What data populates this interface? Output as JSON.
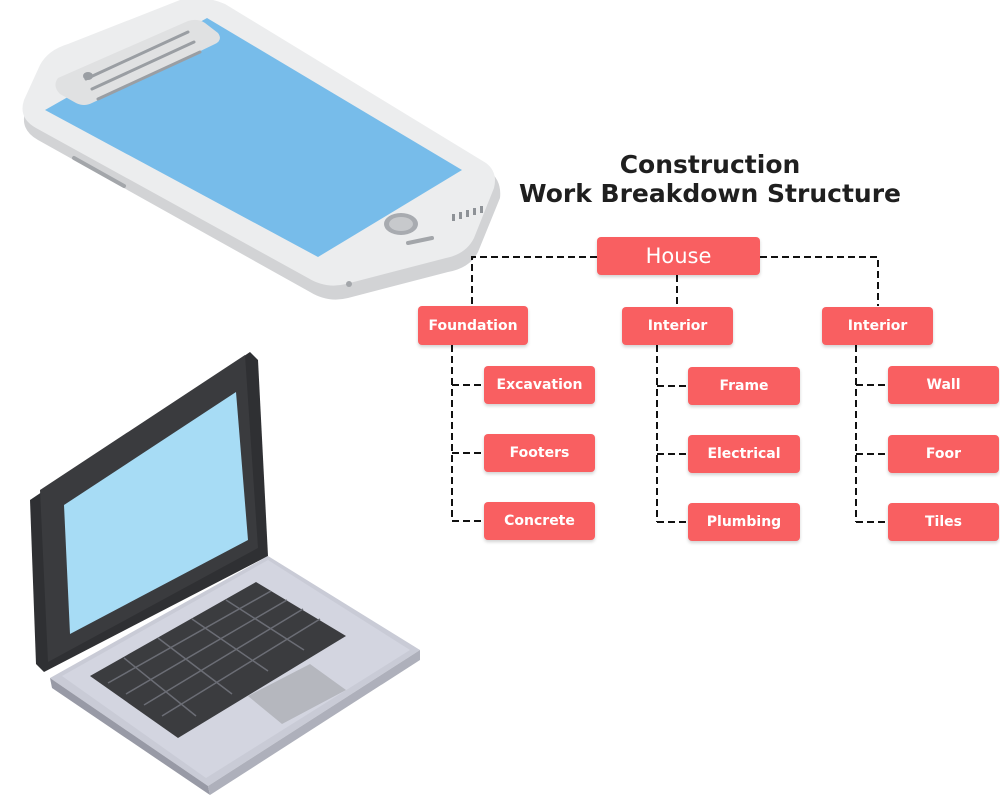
{
  "diagram": {
    "title_line1": "Construction",
    "title_line2": "Work Breakdown Structure",
    "root": {
      "label": "House"
    },
    "branches": [
      {
        "label": "Foundation",
        "children": [
          "Excavation",
          "Footers",
          "Concrete"
        ]
      },
      {
        "label": "Interior",
        "children": [
          "Frame",
          "Electrical",
          "Plumbing"
        ]
      },
      {
        "label": "Interior",
        "children": [
          "Wall",
          "Foor",
          "Tiles"
        ]
      }
    ]
  },
  "colors": {
    "node_fill": "#f95f61",
    "node_text": "#ffffff",
    "connector": "#111111",
    "screen_blue": "#76bdeb",
    "laptop_screen": "#a9ddf6"
  },
  "illustrations": [
    "smartphone",
    "laptop"
  ]
}
